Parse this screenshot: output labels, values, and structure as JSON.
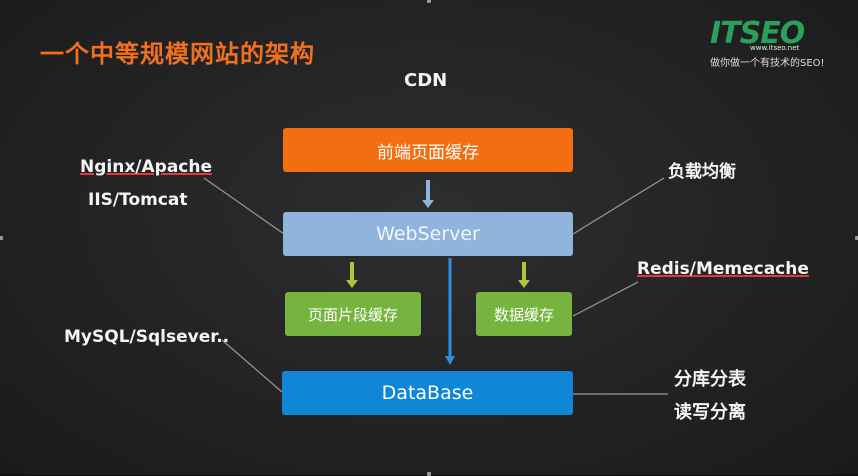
{
  "title": "一个中等规模网站的架构",
  "logo": {
    "text": "ITSEO",
    "url": "www.itseo.net",
    "tagline": "做你做一个有技术的SEO!"
  },
  "diagram": {
    "top_label": "CDN",
    "boxes": {
      "cdn_cache": "前端页面缓存",
      "webserver": "WebServer",
      "page_fragment_cache": "页面片段缓存",
      "data_cache": "数据缓存",
      "database": "DataBase"
    },
    "annotations": {
      "webserver_left_1": "Nginx/Apache",
      "webserver_left_2": "IIS/Tomcat",
      "load_balance": "负载均衡",
      "redis": "Redis/Memecache",
      "mysql": "MySQL/Sqlsever..",
      "sharding": "分库分表",
      "rw_split": "读写分离"
    },
    "colors": {
      "title": "#f0701e",
      "cdn_cache": "#f26e11",
      "webserver": "#8fb4dd",
      "cache": "#76b43f",
      "database": "#0f86d6",
      "connector": "#9a9a9a",
      "arrow_blue": "#2f8fe0",
      "arrow_green": "#a8c83a"
    }
  }
}
